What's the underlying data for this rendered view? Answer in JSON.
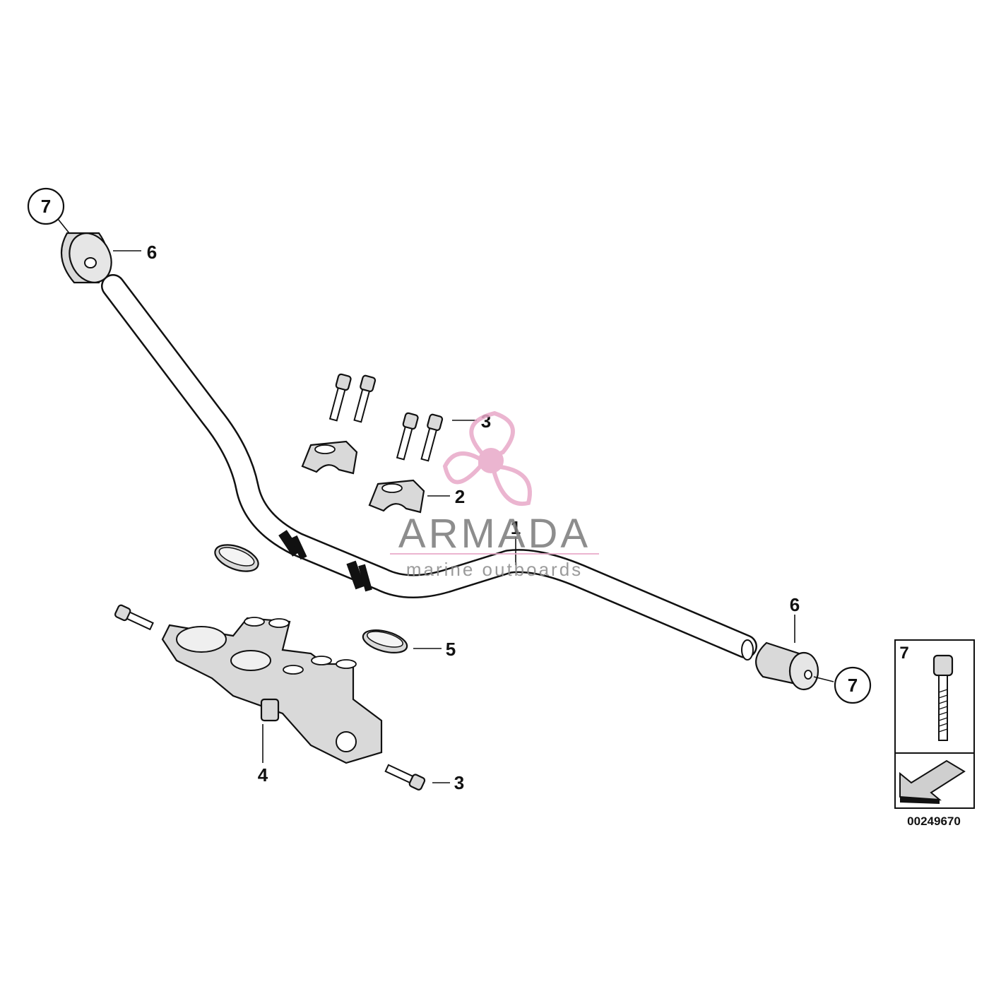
{
  "diagram": {
    "callouts": {
      "item1": "1",
      "item2": "2",
      "item3_top": "3",
      "item3_bottom": "3",
      "item4": "4",
      "item5": "5",
      "item6_left": "6",
      "item6_right": "6",
      "item7_left": "7",
      "item7_right": "7"
    },
    "inset_label": "7",
    "part_number": "00249670"
  },
  "watermark": {
    "title": "ARMADA",
    "subtitle": "marine outboards",
    "color": "#e8a9c8"
  }
}
